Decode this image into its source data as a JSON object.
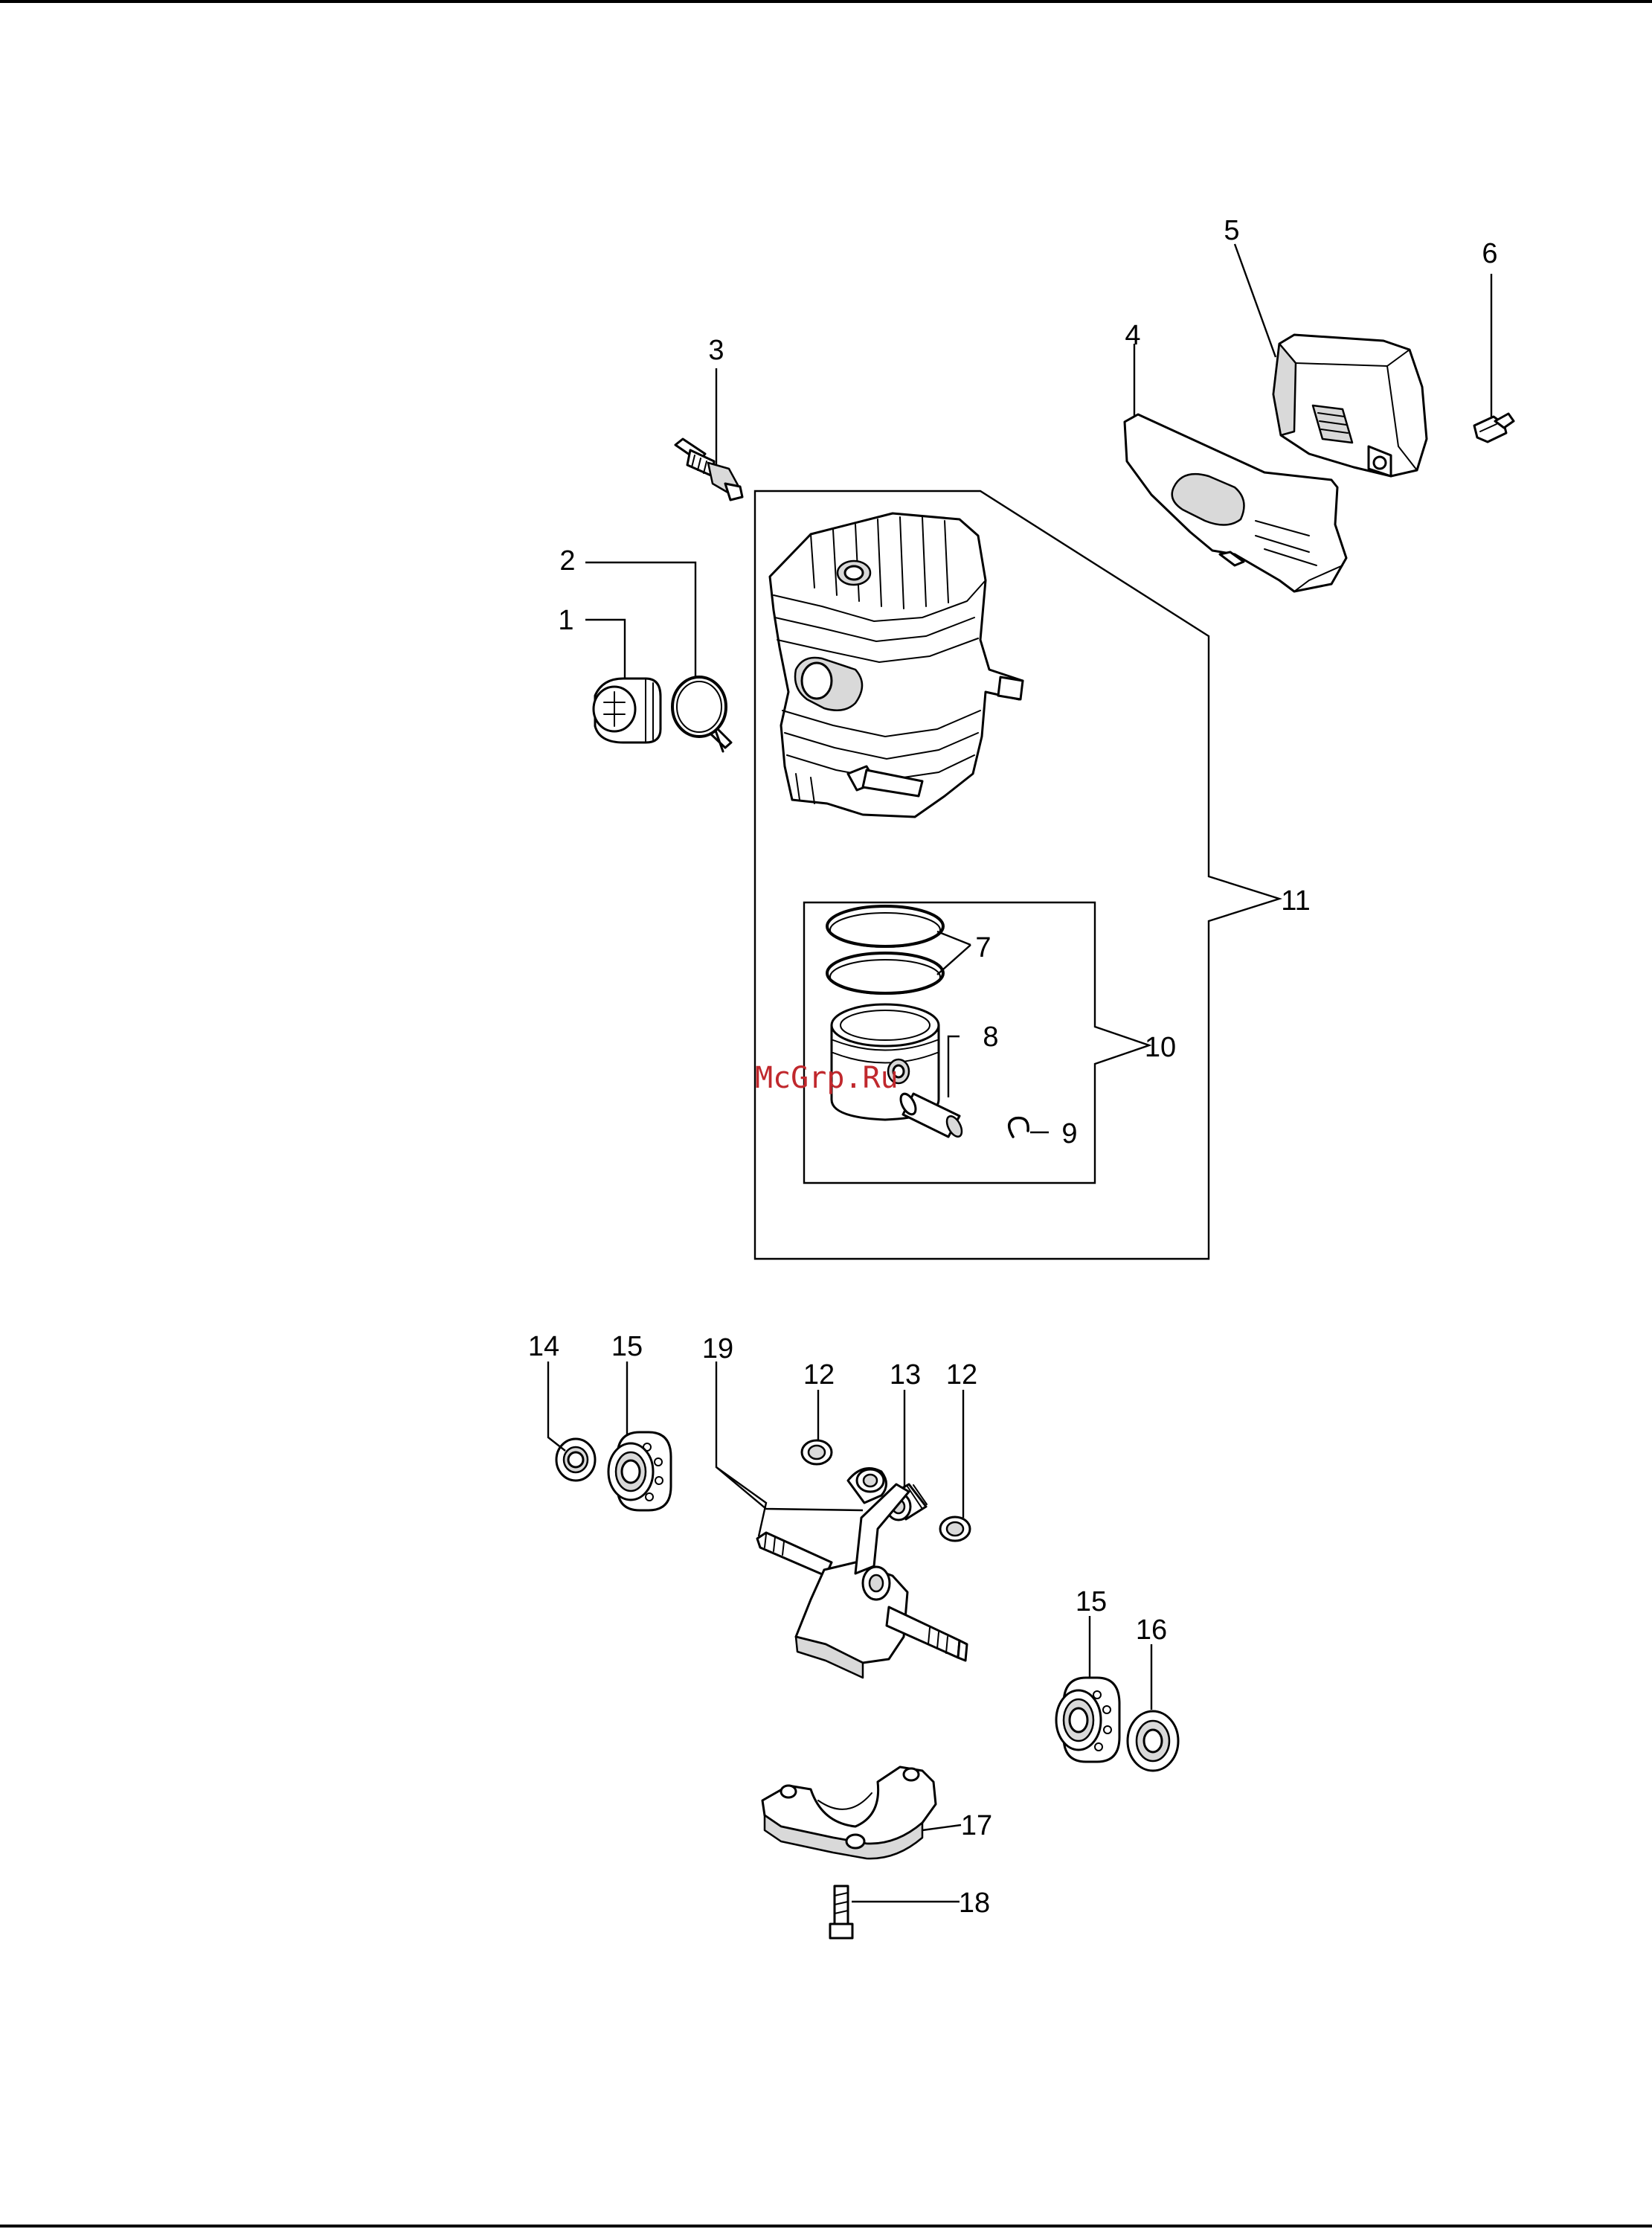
{
  "callouts": {
    "c1": "1",
    "c2": "2",
    "c3": "3",
    "c4": "4",
    "c5": "5",
    "c6": "6",
    "c7": "7",
    "c8": "8",
    "c9": "9",
    "c10": "10",
    "c11": "11",
    "c12a": "12",
    "c12b": "12",
    "c13": "13",
    "c14": "14",
    "c15a": "15",
    "c15b": "15",
    "c16": "16",
    "c17": "17",
    "c18": "18",
    "c19": "19"
  },
  "watermark": "McGrp.Ru",
  "colors": {
    "line": "#000000",
    "watermark": "#c0282d",
    "shade": "#d9d9d9"
  }
}
